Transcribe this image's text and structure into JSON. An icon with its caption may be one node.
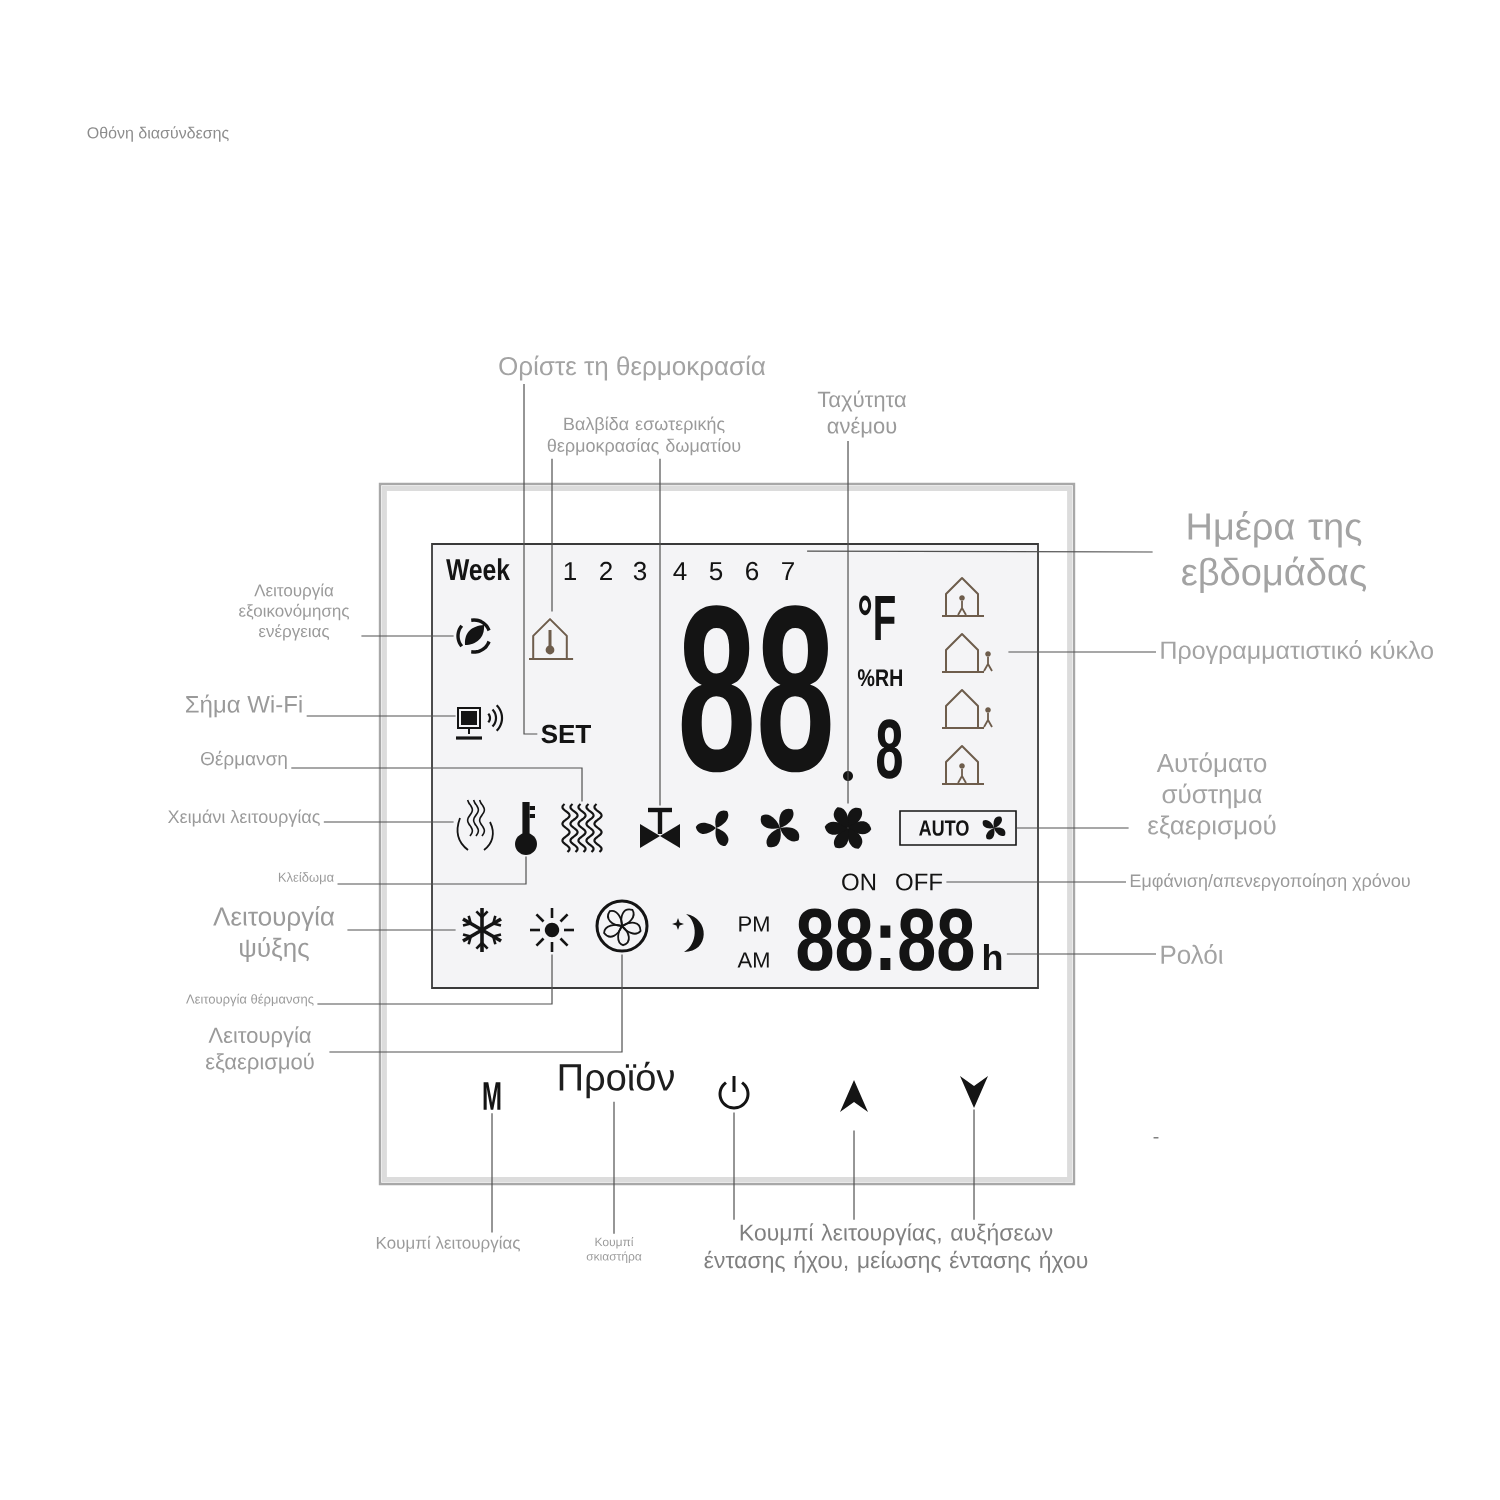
{
  "diagram": {
    "title": "Οθόνη διασύνδεσης",
    "nodes": [
      {
        "text": [
          "Ορίστε τη θερμοκρασία"
        ]
      },
      {
        "text": [
          "Βαλβίδα εσωτερικής θερμοκρασίας δωματίου"
        ]
      },
      {
        "text": [
          "Ταχύτητα ανέμου"
        ]
      },
      {
        "text": [],
        "shape": "box"
      },
      {
        "text": [],
        "shape": "box",
        "in": 3
      },
      {
        "text": [
          "Ημέρα της εβδομάδας"
        ]
      },
      {
        "text": [
          "Λειτουργία εξοικονόμησης ενέργειας"
        ]
      },
      {
        "text": [],
        "shape": "picture",
        "in": 4
      },
      {
        "text": [],
        "shape": "picture",
        "in": 4
      },
      {
        "text": [],
        "shape": "picture",
        "in": 4
      },
      {
        "text": [
          "Προγραμματιστικό κύκλο"
        ]
      },
      {
        "text": [
          "Σήμα Wi-Fi"
        ]
      },
      {
        "text": [],
        "shape": "picture",
        "in": 4
      },
      {
        "text": [
          "SET"
        ],
        "in": 4
      },
      {
        "text": [
          "Θέρμανση"
        ]
      },
      {
        "text": [
          "Αυτόματο σύστημα εξαερισμού"
        ]
      },
      {
        "text": [
          "Χειμάνι λειτουργίας"
        ]
      },
      {
        "text": [],
        "shape": "picture",
        "in": 4
      },
      {
        "text": [],
        "shape": "picture",
        "in": 4
      },
      {
        "text": [],
        "shape": "picture",
        "in": 4
      },
      {
        "text": [],
        "shape": "picture",
        "in": 4
      },
      {
        "text": [],
        "shape": "picture",
        "in": 4
      },
      {
        "text": [
          "AUTO"
        ],
        "in": 4
      },
      {
        "text": [
          "Κλείδωμα"
        ]
      },
      {
        "text": [
          "ON",
          "OFF"
        ],
        "in": 4
      },
      {
        "text": [
          "Εμφάνιση/απενεργοποίηση χρόνου"
        ]
      },
      {
        "text": [
          "Λειτουργία ψύξης"
        ]
      },
      {
        "text": [],
        "shape": "picture",
        "in": 4
      },
      {
        "text": [],
        "shape": "picture",
        "in": 4
      },
      {
        "text": [],
        "shape": "picture",
        "in": 4
      },
      {
        "text": [
          "88:88",
          "h"
        ],
        "in": 4
      },
      {
        "text": [
          "Ρολόι"
        ]
      },
      {
        "text": [
          "Λειτουργία θέρμανσης"
        ]
      },
      {
        "text": [
          "Λειτουργία εξαερισμού"
        ]
      },
      {
        "text": [
          "M"
        ],
        "in": 3
      },
      {
        "text": [
          "Προϊόν"
        ],
        "in": 3
      },
      {
        "text": [],
        "shape": "picture",
        "in": 3
      },
      {
        "text": [],
        "shape": "picture",
        "in": 3
      },
      {
        "text": [],
        "shape": "picture",
        "in": 3
      },
      {
        "text": [
          "Κουμπί λειτουργίας"
        ]
      },
      {
        "text": [
          "Κουμπί σκιαστήρα"
        ]
      },
      {
        "text": [
          "Κουμπί λειτουργίας, αυξήσεων έντασης ήχου, μείωσης έντασης ήχου"
        ]
      }
    ],
    "edges": [
      {
        "from": 0,
        "to": 13,
        "arrow": "none"
      },
      {
        "from": 1,
        "to": 8,
        "arrow": "none"
      },
      {
        "from": 1,
        "to": 20,
        "arrow": "none"
      },
      {
        "from": 2,
        "to": 21,
        "arrow": "none"
      },
      {
        "from": 5,
        "to": 4,
        "arrow": "none"
      },
      {
        "from": 6,
        "to": 7,
        "arrow": "none"
      },
      {
        "from": 10,
        "to": 9,
        "arrow": "none"
      },
      {
        "from": 11,
        "to": 12,
        "arrow": "none"
      },
      {
        "from": 14,
        "to": 19,
        "arrow": "none"
      },
      {
        "from": 15,
        "to": 22,
        "arrow": "none"
      },
      {
        "from": 16,
        "to": 17,
        "arrow": "none"
      },
      {
        "from": 23,
        "to": 18,
        "arrow": "none"
      },
      {
        "from": 25,
        "to": 24,
        "arrow": "none"
      },
      {
        "from": 26,
        "to": 27,
        "arrow": "none"
      },
      {
        "from": 31,
        "to": 30,
        "arrow": "none"
      },
      {
        "from": 32,
        "to": 28,
        "arrow": "none"
      },
      {
        "from": 33,
        "to": 29,
        "arrow": "none"
      },
      {
        "from": 39,
        "to": 34,
        "arrow": "none"
      },
      {
        "from": 40,
        "to": 35,
        "arrow": "none"
      },
      {
        "from": 41,
        "to": 36,
        "arrow": "none"
      },
      {
        "from": 41,
        "to": 37,
        "arrow": "none"
      },
      {
        "from": 41,
        "to": 38,
        "arrow": "none"
      }
    ],
    "labels": [
      "Week",
      "1",
      "2",
      "3",
      "4",
      "5",
      "6",
      "7",
      "88",
      "°F",
      "%RH",
      "8",
      "PM",
      "AM",
      "-"
    ]
  }
}
